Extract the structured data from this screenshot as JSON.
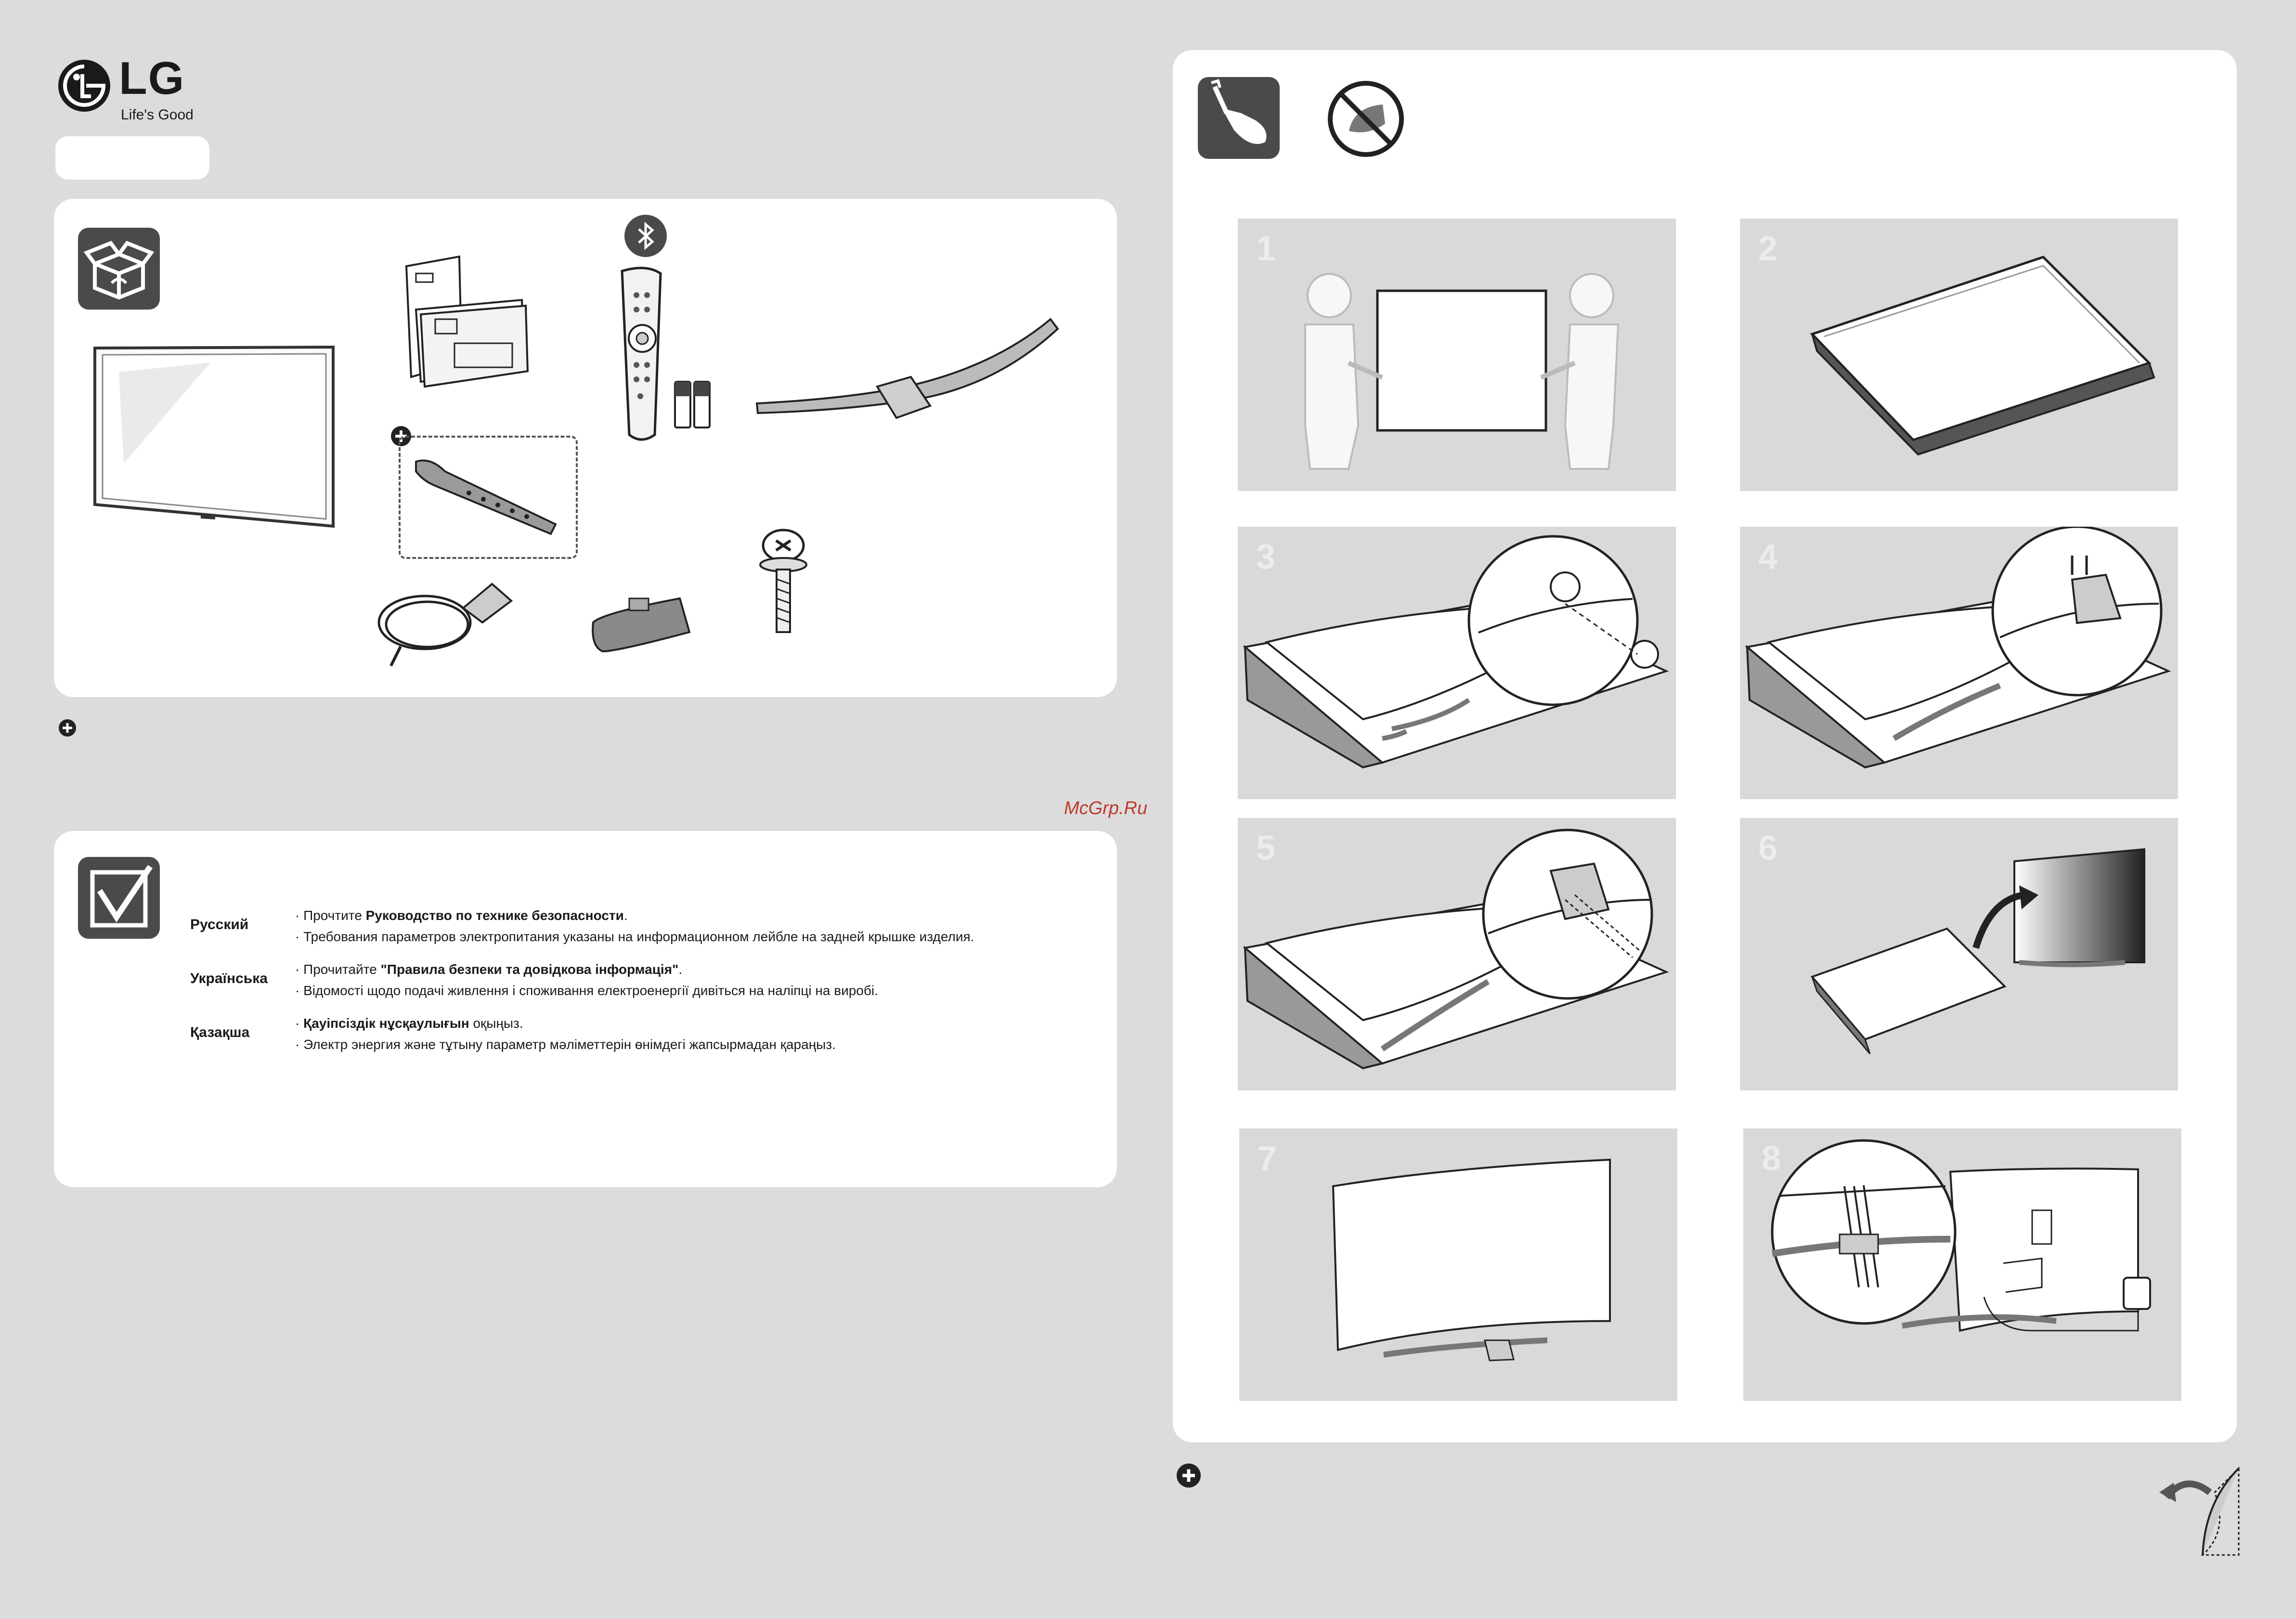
{
  "brand": {
    "name": "LG",
    "slogan": "Life's Good"
  },
  "watermark": "McGrp.Ru",
  "safety": {
    "rows": [
      {
        "language": "Русский",
        "line1_pre": "· Прочтите ",
        "line1_bold": "Руководство по технике безопасности",
        "line1_post": ".",
        "line2": "· Требования параметров электропитания указаны на информационном лейбле на задней крышке изделия."
      },
      {
        "language": "Українська",
        "line1_pre": "· Прочитайте ",
        "line1_bold": "\"Правила безпеки та довідкова інформація\"",
        "line1_post": ".",
        "line2": "· Відомості щодо подачі живлення і споживання електроенергії дивіться на наліпці на виробі."
      },
      {
        "language": "Қазақша",
        "line1_pre": "· ",
        "line1_bold": "Қауіпсіздік нұсқаулығын",
        "line1_post": " оқыңыз.",
        "line2": "· Электр энергия және тұтыну параметр мәліметтерін өнімдегі жапсырмадан қараңыз."
      }
    ]
  },
  "steps": [
    "1",
    "2",
    "3",
    "4",
    "5",
    "6",
    "7",
    "8"
  ],
  "icons": {
    "logo": "lg-logo-icon",
    "box": "box-icon",
    "check": "check-icon",
    "screwdriver": "screwdriver-icon",
    "no_cleaning": "no-cleaning-icon",
    "bluetooth": "bluetooth-icon",
    "optional": "plus-icon",
    "page_turn": "page-turn-icon"
  },
  "colors": {
    "page": "#dcdcdc",
    "card": "#ffffff",
    "panel": "#d9d9d9",
    "icon_bg": "#4a4a4a",
    "watermark": "#c0392b"
  }
}
